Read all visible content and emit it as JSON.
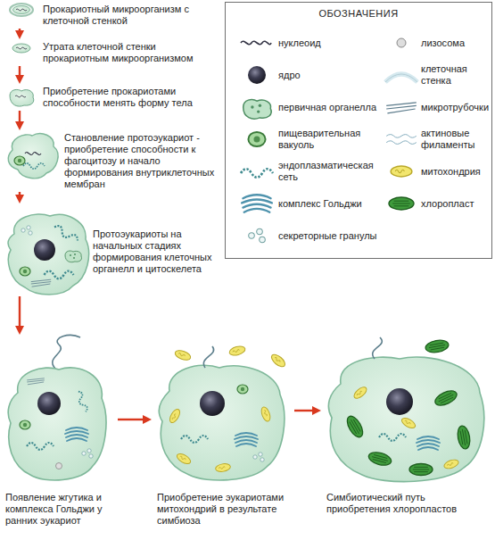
{
  "diagram": {
    "nodes": [
      {
        "text": [
          "Прокариотный микроорганизм с клеточной стенкой"
        ]
      },
      {
        "text": [
          "Утрата клеточной стенки прокариотным микроорганизмом"
        ]
      },
      {
        "text": [
          "Приобретение прокариотами способности менять форму тела"
        ]
      },
      {
        "text": [
          "Становление протоэукариот - приобретение способности к фагоцитозу и начало формирования внутриклеточных мембран"
        ]
      },
      {
        "text": [
          "Протоэукариоты на начальных стадиях формирования клеточных органелл и цитоскелета"
        ]
      },
      {
        "text": [
          "Появление жгутика и комплекса Гольджи у ранних эукариот"
        ]
      },
      {
        "text": [
          "Приобретение эукариотами митохондрий в результате симбиоза"
        ]
      },
      {
        "text": [
          "Симбиотический путь приобретения хлоропластов"
        ]
      }
    ],
    "edges": [
      {
        "from": 0,
        "to": 1,
        "arrow": "to"
      },
      {
        "from": 1,
        "to": 2,
        "arrow": "to"
      },
      {
        "from": 2,
        "to": 3,
        "arrow": "to"
      },
      {
        "from": 3,
        "to": 4,
        "arrow": "to"
      },
      {
        "from": 4,
        "to": 5,
        "arrow": "to"
      },
      {
        "from": 5,
        "to": 6,
        "arrow": "to"
      },
      {
        "from": 6,
        "to": 7,
        "arrow": "to"
      }
    ],
    "labels": [
      "ОБОЗНАЧЕНИЯ"
    ],
    "legend": [
      {
        "text": "нуклеоид"
      },
      {
        "text": "ядро"
      },
      {
        "text": "первичная органелла"
      },
      {
        "text": "пищеварительная вакуоль"
      },
      {
        "text": "эндоплазматическая сеть"
      },
      {
        "text": "комплекс Гольджи"
      },
      {
        "text": "секреторные гранулы"
      },
      {
        "text": "лизосома"
      },
      {
        "text": "клеточная стенка"
      },
      {
        "text": "микротрубочки"
      },
      {
        "text": "актиновые филаменты"
      },
      {
        "text": "митохондрия"
      },
      {
        "text": "хлоропласт"
      }
    ]
  }
}
